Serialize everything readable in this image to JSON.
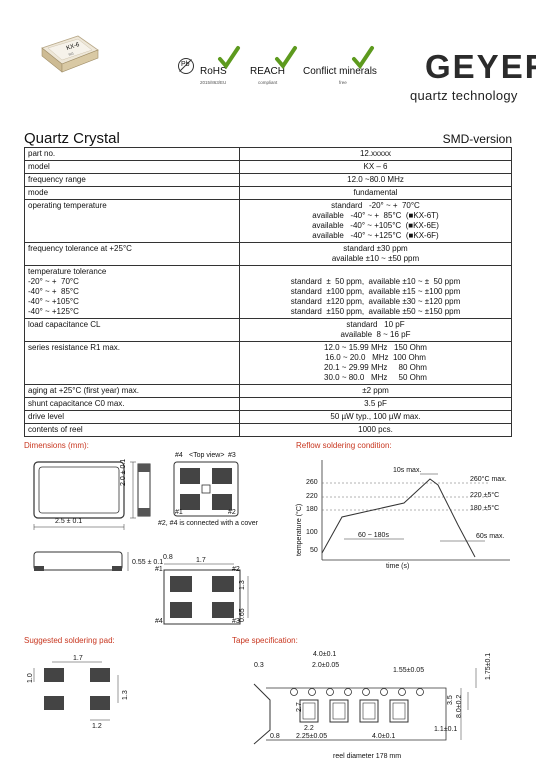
{
  "header": {
    "product_label": "KX-6",
    "product_sub": "RG",
    "rohs": {
      "label": "RoHS",
      "sub": "2015/863/EU",
      "pb": "Pb"
    },
    "reach": {
      "label": "REACH",
      "sub": "compliant"
    },
    "conflict": {
      "label": "Conflict minerals",
      "sub": "free"
    },
    "logo_name": "GEYER",
    "logo_tag": "quartz technology",
    "title": "Quartz Crystal",
    "version": "SMD-version"
  },
  "spec": [
    {
      "key": "part no.",
      "value": "12.xxxxx"
    },
    {
      "key": "model",
      "value": "KX – 6"
    },
    {
      "key": "frequency range",
      "value": "12.0 ~80.0 MHz"
    },
    {
      "key": "mode",
      "value": "fundamental"
    },
    {
      "key": "operating temperature",
      "value": "standard   -20° ~ +  70°C\navailable   -40° ~ +  85°C  (■KX-6T)\navailable   -40° ~ +105°C  (■KX-6E)\navailable   -40° ~ +125°C  (■KX-6F)"
    },
    {
      "key": "frequency tolerance at +25°C",
      "value": "standard ±30 ppm\navailable ±10 ~ ±50 ppm"
    },
    {
      "key": "temperature tolerance\n-20° ~ +  70°C\n-40° ~ +  85°C\n-40° ~ +105°C\n-40° ~ +125°C",
      "value": "\nstandard  ±  50 ppm,  available ±10 ~ ±  50 ppm\nstandard  ±100 ppm,  available ±15 ~ ±100 ppm\nstandard  ±120 ppm,  available ±30 ~ ±120 ppm\nstandard  ±150 ppm,  available ±50 ~ ±150 ppm"
    },
    {
      "key": "load capacitance CL",
      "value": "standard   10 pF\navailable  8 ~ 16 pF"
    },
    {
      "key": "series resistance R1 max.",
      "value": "12.0 ~ 15.99 MHz   150 Ohm\n16.0 ~ 20.0   MHz  100 Ohm\n20.1 ~ 29.99 MHz     80 Ohm\n30.0 ~ 80.0   MHz     50 Ohm"
    },
    {
      "key": "aging at +25°C (first year) max.",
      "value": "±2 ppm"
    },
    {
      "key": "shunt capacitance C0 max.",
      "value": "3.5 pF"
    },
    {
      "key": "drive level",
      "value": "50 µW typ., 100 µW max."
    },
    {
      "key": "contents of reel",
      "value": "1000 pcs."
    }
  ],
  "dimensions": {
    "title": "Dimensions (mm):",
    "width": "2.5 ± 0.1",
    "height": "2.0 ± 0.1",
    "thickness": "0.55 ± 0.1",
    "top_view": "<Top view>",
    "pin1": "#1",
    "pin2": "#2",
    "pin3": "#3",
    "pin4": "#4",
    "cover_note": "#2, #4 is connected with a cover",
    "pad_x1": "0.8",
    "pad_x2": "1.7",
    "pad_y1": "1.3",
    "pad_y2": "0.65"
  },
  "reflow": {
    "title": "Reflow soldering condition:",
    "ylabel": "temperature (°C)",
    "xlabel": "time (s)",
    "yticks": [
      "260",
      "220",
      "180",
      "100",
      "50"
    ],
    "notes": {
      "peak_time": "10s max.",
      "peak": "260°C max.",
      "t220": "220 ±5°C",
      "t180": "180 ±5°C",
      "preheat": "60 ~ 180s",
      "above": "60s max."
    }
  },
  "pad": {
    "title": "Suggested soldering pad:",
    "d1": "1.7",
    "d2": "1.0",
    "d3": "1.3",
    "d4": "1.2"
  },
  "tape": {
    "title": "Tape specification:",
    "t1": "0.3",
    "t2": "4.0±0.1",
    "t3": "2.0±0.05",
    "t4": "1.55±0.05",
    "t5": "1.75±0.1",
    "t6": "3.5",
    "t7": "8.0±0.2",
    "t8": "2.7",
    "t9": "2.2",
    "t10": "0.8",
    "t11": "2.25±0.05",
    "t12": "4.0±0.1",
    "t13": "1.1±0.1",
    "reel": "reel diameter 178 mm"
  }
}
